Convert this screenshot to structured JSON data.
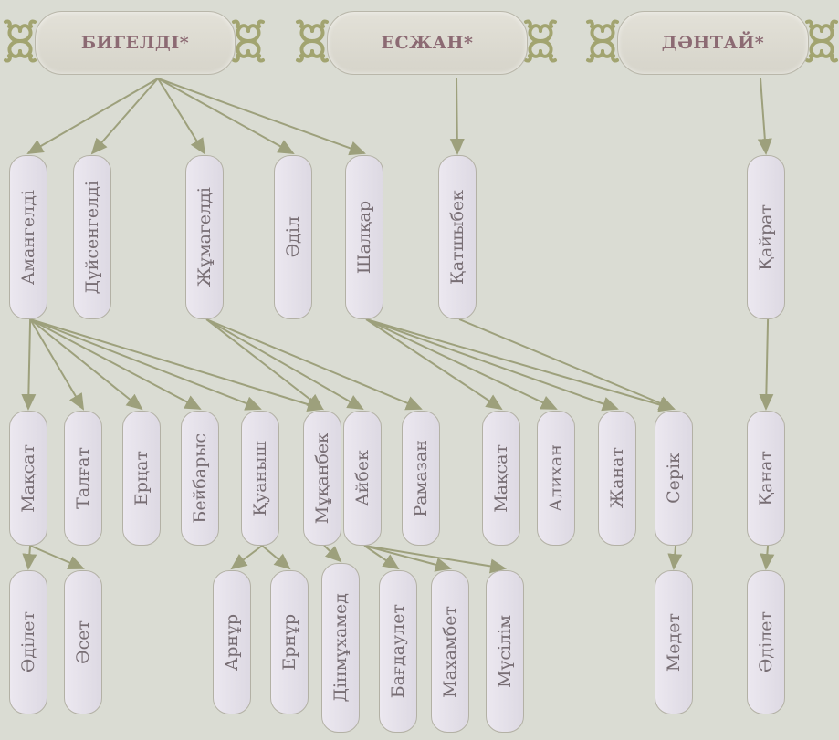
{
  "colors": {
    "background": "#dadcd3",
    "arrow": "#9da07c",
    "ornament": "#a2a470",
    "node_text": "#786e74",
    "root_text": "#8c6a73"
  },
  "roots": [
    {
      "id": "r1",
      "label": "БИГЕЛДІ*"
    },
    {
      "id": "r2",
      "label": "ЕСЖАН*"
    },
    {
      "id": "r3",
      "label": "ДӘНТАЙ*"
    }
  ],
  "nodes": [
    {
      "id": "amangeldi",
      "label": "Амангелді"
    },
    {
      "id": "duisengeldi",
      "label": "Дүйсенгелді"
    },
    {
      "id": "zhumageldi",
      "label": "Жұмагелді"
    },
    {
      "id": "adil",
      "label": "Әділ"
    },
    {
      "id": "shalkar",
      "label": "Шалқар"
    },
    {
      "id": "katshybek",
      "label": "Қатшыбек"
    },
    {
      "id": "kairat",
      "label": "Қайрат"
    },
    {
      "id": "maksat1",
      "label": "Мақсат"
    },
    {
      "id": "talgat",
      "label": "Талғат"
    },
    {
      "id": "ernat",
      "label": "Ерңат"
    },
    {
      "id": "beibarys",
      "label": "Бейбарыс"
    },
    {
      "id": "kuanysh",
      "label": "Қуаныш"
    },
    {
      "id": "mukanbek",
      "label": "Мұқанбек"
    },
    {
      "id": "aibek",
      "label": "Айбек"
    },
    {
      "id": "ramazan",
      "label": "Рамазан"
    },
    {
      "id": "maksat2",
      "label": "Мақсат"
    },
    {
      "id": "alikhan",
      "label": "Алихан"
    },
    {
      "id": "zhanat",
      "label": "Жанат"
    },
    {
      "id": "serik",
      "label": "Серік"
    },
    {
      "id": "kanat",
      "label": "Қанат"
    },
    {
      "id": "adilet1",
      "label": "Әділет"
    },
    {
      "id": "aset",
      "label": "Әсет"
    },
    {
      "id": "arnur",
      "label": "Арнұр"
    },
    {
      "id": "ernur",
      "label": "Ернұр"
    },
    {
      "id": "dinmukhamed",
      "label": "Дінмұхамед"
    },
    {
      "id": "bagdaulet",
      "label": "Бағдаулет"
    },
    {
      "id": "makhambet",
      "label": "Махамбет"
    },
    {
      "id": "musilim",
      "label": "Мүсілім"
    },
    {
      "id": "medet",
      "label": "Медет"
    },
    {
      "id": "adilet2",
      "label": "Әділет"
    }
  ],
  "edges": [
    [
      "r1",
      "amangeldi"
    ],
    [
      "r1",
      "duisengeldi"
    ],
    [
      "r1",
      "zhumageldi"
    ],
    [
      "r1",
      "adil"
    ],
    [
      "r1",
      "shalkar"
    ],
    [
      "r2",
      "katshybek"
    ],
    [
      "r3",
      "kairat"
    ],
    [
      "amangeldi",
      "maksat1"
    ],
    [
      "amangeldi",
      "talgat"
    ],
    [
      "amangeldi",
      "ernat"
    ],
    [
      "amangeldi",
      "beibarys"
    ],
    [
      "amangeldi",
      "kuanysh"
    ],
    [
      "amangeldi",
      "mukanbek"
    ],
    [
      "zhumageldi",
      "mukanbek"
    ],
    [
      "zhumageldi",
      "aibek"
    ],
    [
      "zhumageldi",
      "ramazan"
    ],
    [
      "shalkar",
      "maksat2"
    ],
    [
      "shalkar",
      "alikhan"
    ],
    [
      "shalkar",
      "zhanat"
    ],
    [
      "shalkar",
      "serik"
    ],
    [
      "katshybek",
      "serik"
    ],
    [
      "kairat",
      "kanat"
    ],
    [
      "maksat1",
      "adilet1"
    ],
    [
      "maksat1",
      "aset"
    ],
    [
      "kuanysh",
      "arnur"
    ],
    [
      "kuanysh",
      "ernur"
    ],
    [
      "mukanbek",
      "dinmukhamed"
    ],
    [
      "aibek",
      "bagdaulet"
    ],
    [
      "aibek",
      "makhambet"
    ],
    [
      "aibek",
      "musilim"
    ],
    [
      "serik",
      "medet"
    ],
    [
      "kanat",
      "adilet2"
    ]
  ]
}
